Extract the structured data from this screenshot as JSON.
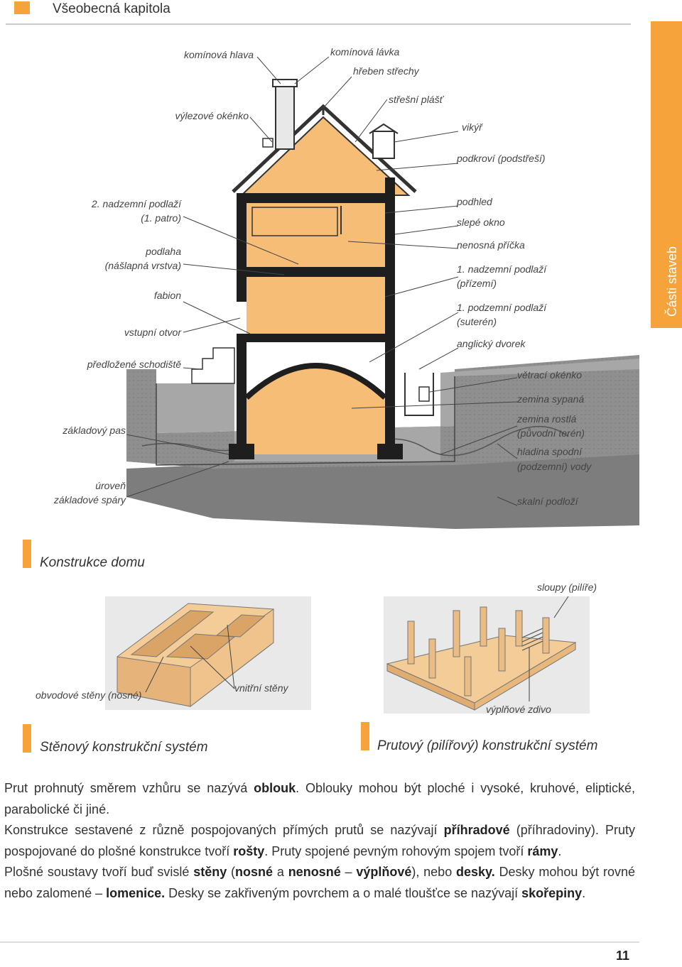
{
  "header": {
    "title": "Všeobecná kapitola"
  },
  "side_tab": {
    "label": "Části staveb"
  },
  "house_labels": {
    "left": [
      "komínová hlava",
      "výlezové okénko",
      "2. nadzemní podlaží",
      "(1. patro)",
      "podlaha",
      "(nášlapná vrstva)",
      "fabion",
      "vstupní otvor",
      "předložené schodiště",
      "základový pas",
      "úroveň",
      "základové spáry"
    ],
    "right": [
      "komínová lávka",
      "hřeben střechy",
      "střešní plášť",
      "vikýř",
      "podkroví (podstřeší)",
      "podhled",
      "slepé okno",
      "nenosná příčka",
      "1. nadzemní podlaží",
      "(přízemí)",
      "1. podzemní podlaží",
      "(suterén)",
      "anglický dvorek",
      "větrací okénko",
      "zemina sypaná",
      "zemina rostlá",
      "(původní terén)",
      "hladina spodní",
      "(podzemní) vody",
      "skalní podloží"
    ]
  },
  "sections": {
    "house": "Konstrukce domu",
    "wall_system": "Stěnový konstrukční systém",
    "frame_system": "Prutový (pilířový) konstrukční systém"
  },
  "wall_labels": [
    "obvodové stěny (nosné)",
    "vnitřní stěny"
  ],
  "frame_labels": [
    "sloupy (pilíře)",
    "výplňové zdivo"
  ],
  "text": {
    "p1": [
      "Prut prohnutý směrem vzhůru se nazývá ",
      "oblouk",
      ". Oblouky mohou být ploché i vysoké, kruhové, eliptické, parabolické či jiné."
    ],
    "p2": [
      "Konstrukce sestavené z různě pospojovaných přímých prutů se nazývají ",
      "příhradové",
      " (příhradoviny). Pruty pospojované do plošné konstrukce tvoří ",
      "rošty",
      ". Pruty spojené pevným rohovým spojem tvoří ",
      "rámy",
      "."
    ],
    "p3": [
      "Plošné soustavy tvoří buď svislé ",
      "stěny",
      " (",
      "nosné",
      " a ",
      "nenosné",
      " – ",
      "výplňové",
      "), nebo ",
      "desky.",
      " Desky mohou být rovné nebo zalomené – ",
      "lomenice.",
      " Desky se zakřiveným povrchem a o malé tloušťce se nazývají ",
      "skořepiny",
      "."
    ]
  },
  "page_number": "11",
  "colors": {
    "accent": "#f7a33b",
    "fill": "#f6bd77",
    "wall": "#1e1e1e",
    "ground": "#9a9a9a"
  }
}
